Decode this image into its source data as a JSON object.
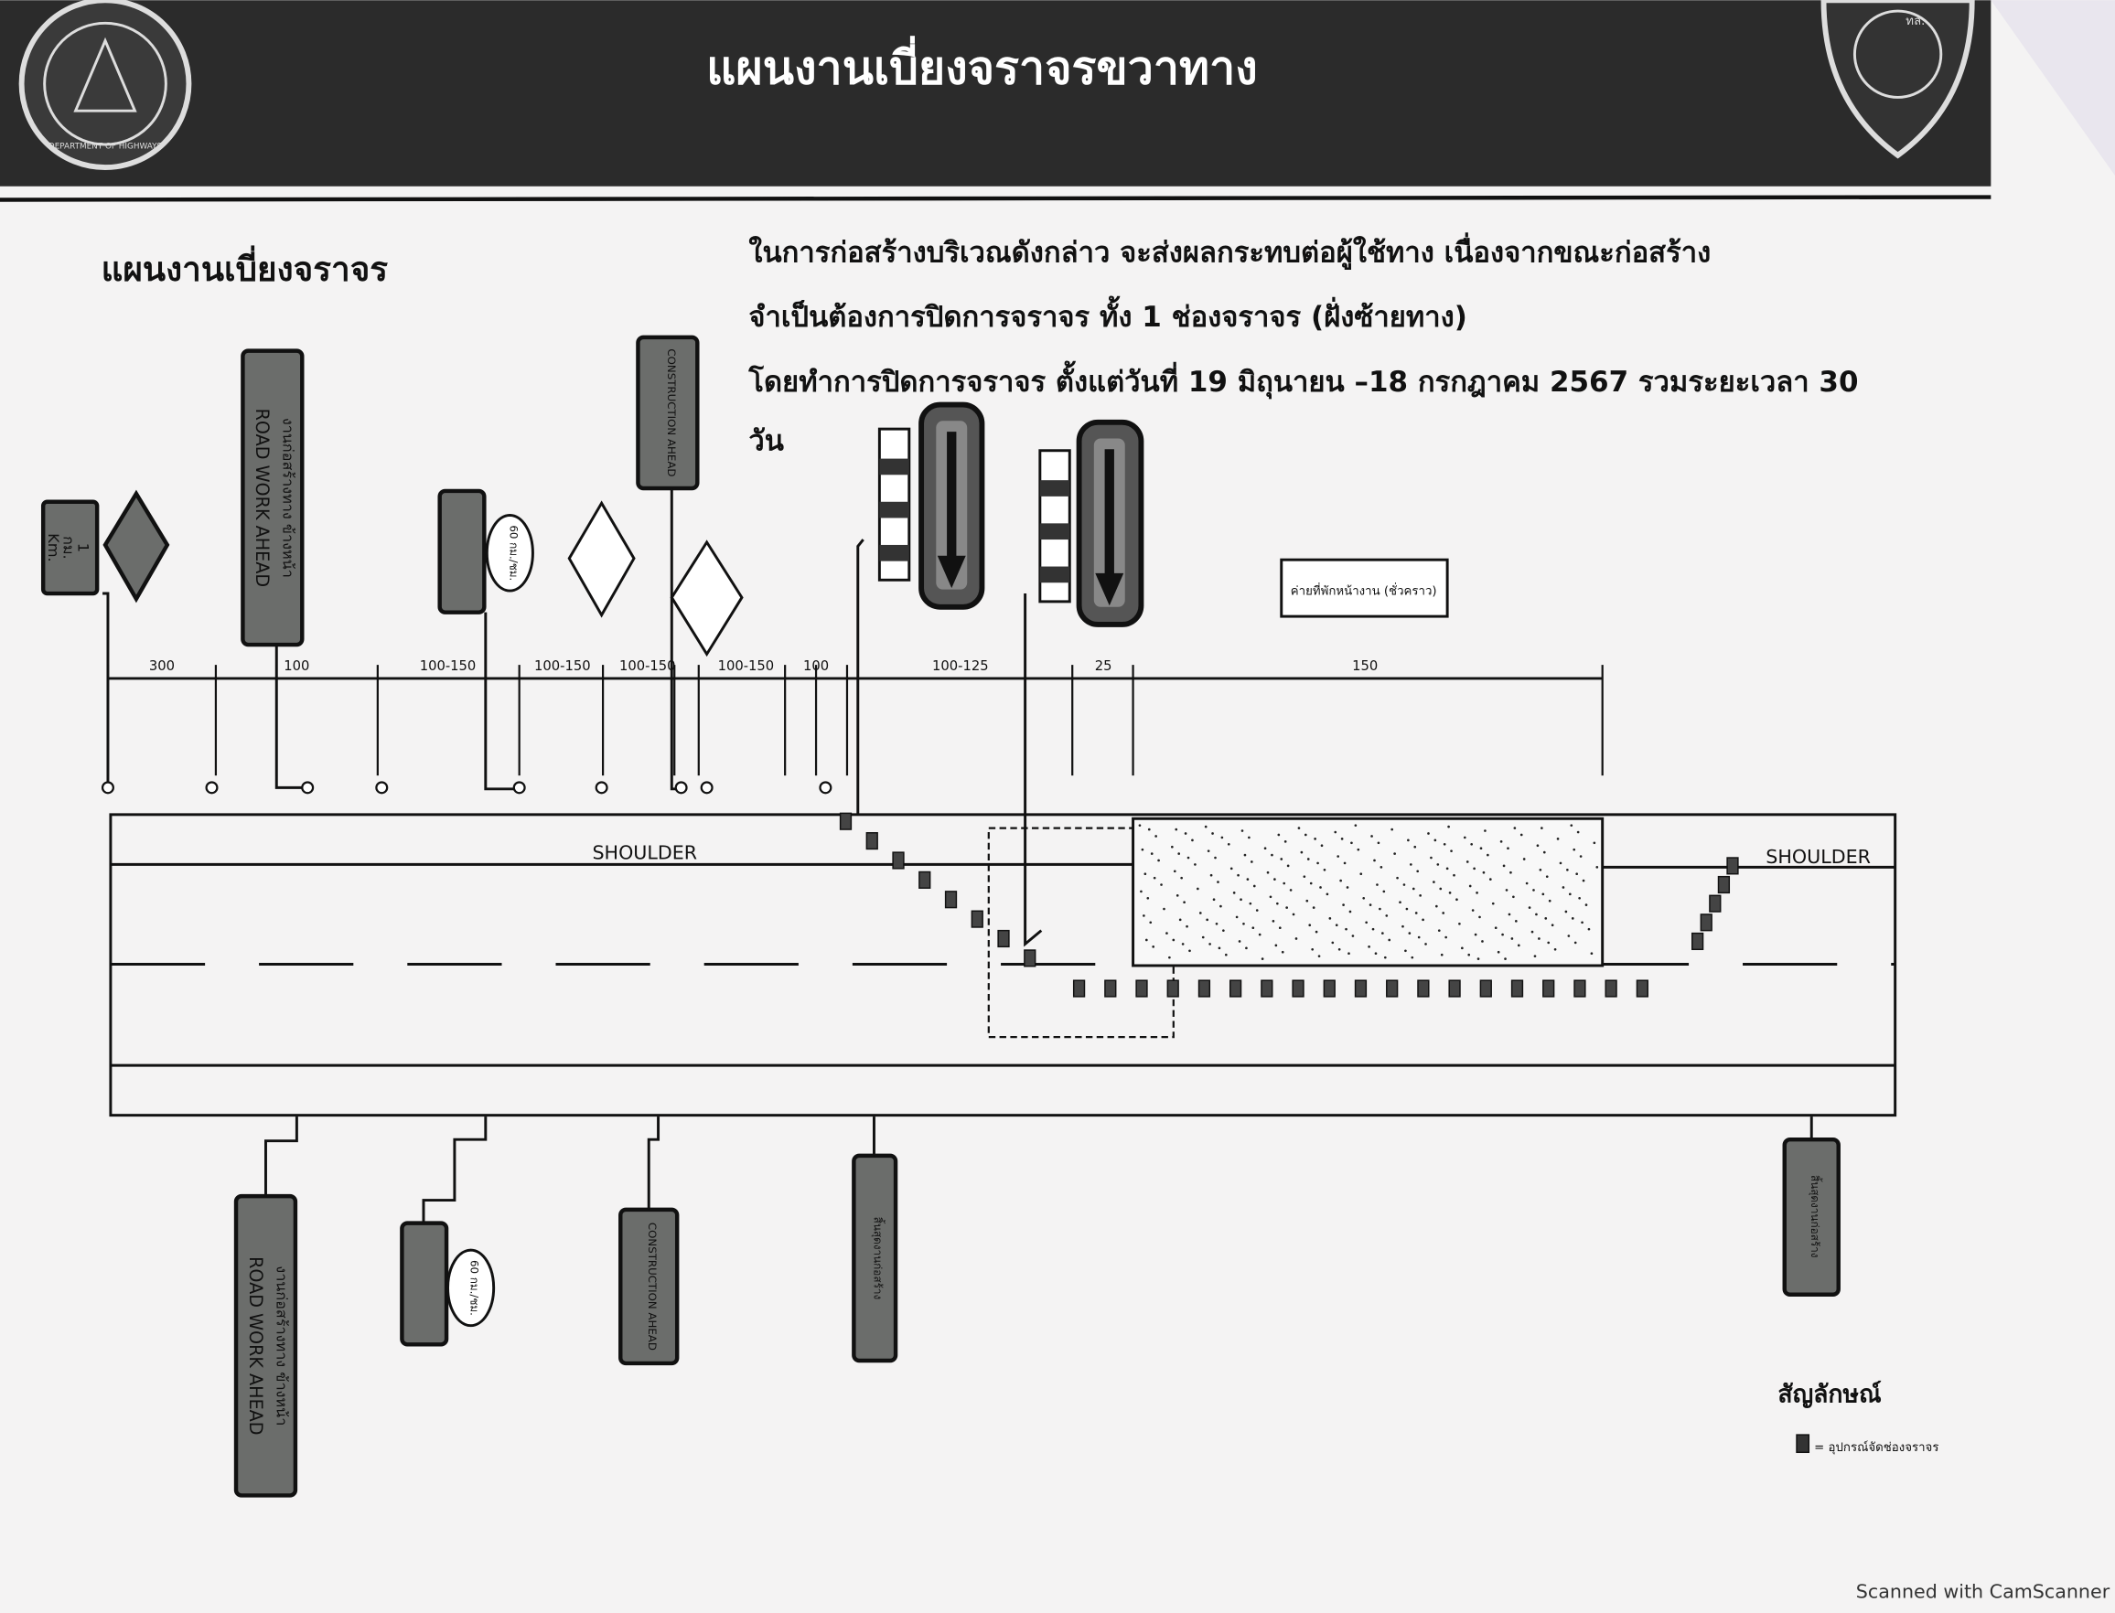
{
  "header": {
    "title": "แผนงานเบี่ยงจราจรขวาทาง",
    "left_logo_text": "DEPARTMENT OF HIGHWAYS",
    "right_logo_text": "ทล."
  },
  "section_title": "แผนงานเบี่ยงจราจร",
  "description": [
    "ในการก่อสร้างบริเวณดังกล่าว จะส่งผลกระทบต่อผู้ใช้ทาง เนื่องจากขณะก่อสร้าง",
    "จำเป็นต้องการปิดการจราจร ทั้ง 1 ช่องจราจร (ฝั่งซ้ายทาง)",
    "โดยทำการปิดการจราจร ตั้งแต่วันที่ 19 มิถุนายน –18 กรกฎาคม 2567 รวมระยะเวลา 30",
    "วัน"
  ],
  "distances": [
    "300",
    "100",
    "100-150",
    "100-150",
    "100-150",
    "100-150",
    "100",
    "100-125",
    "25",
    "150"
  ],
  "road": {
    "shoulder_left": "SHOULDER",
    "shoulder_right": "SHOULDER"
  },
  "signs": {
    "distance_sign": [
      "1",
      "กม.",
      "Km."
    ],
    "road_work_ahead_th": "งานก่อสร้างทาง ข้างหน้า",
    "road_work_ahead_en": "ROAD WORK AHEAD",
    "speed_limit": "60 กม./ชม.",
    "construction_ahead_en": "CONSTRUCTION AHEAD",
    "end_sign": "สิ้นสุดงานก่อสร้าง"
  },
  "site_box_label": "ค่ายที่พักหน้างาน (ชั่วคราว)",
  "legend": {
    "title": "สัญลักษณ์",
    "item": "= อุปกรณ์จัดช่องจราจร"
  },
  "watermark": "Scanned with CamScanner",
  "colors": {
    "header_bg": "#2b2b2b",
    "sign_fill": "#6b6d6b",
    "paper": "#f4f3f3"
  }
}
